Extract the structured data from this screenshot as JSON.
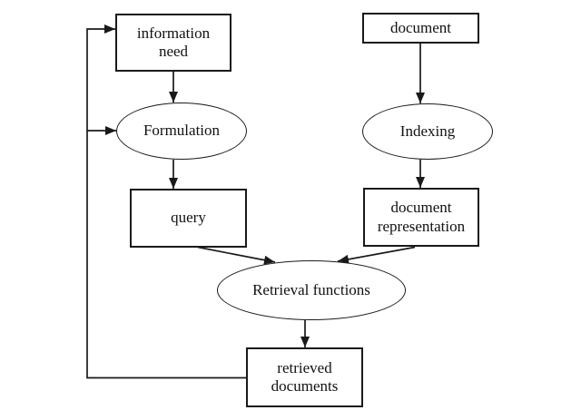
{
  "diagram": {
    "title": "information retrieval process flow",
    "background_color": "#ffffff",
    "stroke_color": "#1a1a1a",
    "text_color": "#111111",
    "nodes": {
      "information_need": {
        "label": "information\nneed",
        "shape": "rect"
      },
      "document": {
        "label": "document",
        "shape": "rect"
      },
      "formulation": {
        "label": "Formulation",
        "shape": "ellipse"
      },
      "indexing": {
        "label": "Indexing",
        "shape": "ellipse"
      },
      "query": {
        "label": "query",
        "shape": "rect"
      },
      "document_representation": {
        "label": "document\nrepresentation",
        "shape": "rect"
      },
      "retrieval_functions": {
        "label": "Retrieval functions",
        "shape": "ellipse"
      },
      "retrieved_documents": {
        "label": "retrieved\ndocuments",
        "shape": "rect"
      }
    },
    "edges": [
      {
        "from": "information_need",
        "to": "formulation"
      },
      {
        "from": "formulation",
        "to": "query"
      },
      {
        "from": "document",
        "to": "indexing"
      },
      {
        "from": "indexing",
        "to": "document_representation"
      },
      {
        "from": "query",
        "to": "retrieval_functions"
      },
      {
        "from": "document_representation",
        "to": "retrieval_functions"
      },
      {
        "from": "retrieval_functions",
        "to": "retrieved_documents"
      },
      {
        "from": "retrieved_documents",
        "to": "information_need",
        "note": "feedback loop"
      },
      {
        "from": "retrieved_documents",
        "to": "formulation",
        "note": "feedback branch"
      }
    ]
  }
}
